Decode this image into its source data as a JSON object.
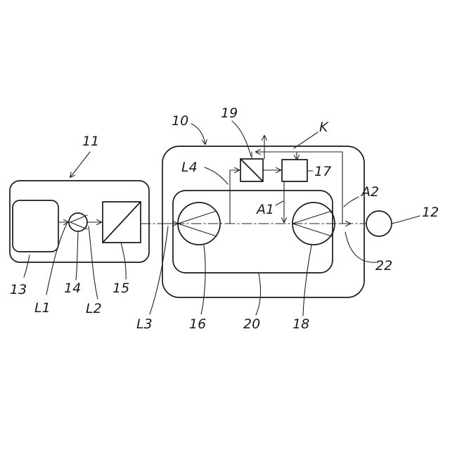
{
  "labels": {
    "l10": "10",
    "l11": "11",
    "l12": "12",
    "l13": "13",
    "l14": "14",
    "l15": "15",
    "l16": "16",
    "l17": "17",
    "l18": "18",
    "l19": "19",
    "l20": "20",
    "l22": "22",
    "lK": "K",
    "lA1": "A1",
    "lA2": "A2",
    "lL1": "L1",
    "lL2": "L2",
    "lL3": "L3",
    "lL4": "L4"
  }
}
